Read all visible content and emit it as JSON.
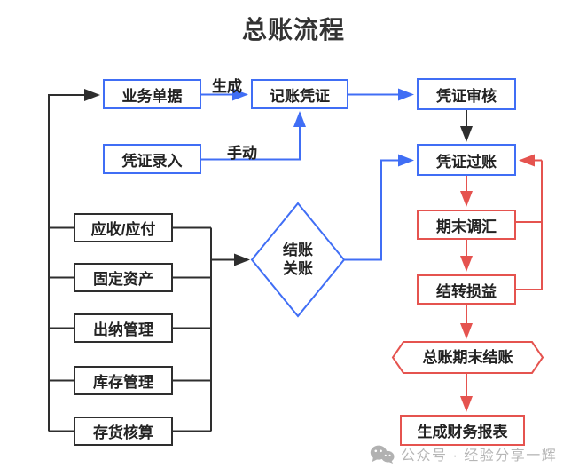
{
  "title": "总账流程",
  "nodes": {
    "biz_doc": "业务单据",
    "journal_voucher": "记账凭证",
    "voucher_audit": "凭证审核",
    "voucher_entry": "凭证录入",
    "voucher_post": "凭证过账",
    "period_adjust": "期末调汇",
    "pl_transfer": "结转损益",
    "period_close": "总账期末结账",
    "report": "生成财务报表",
    "receivable_payable": "应收/应付",
    "fixed_assets": "固定资产",
    "cashier_mgmt": "出纳管理",
    "inventory_mgmt": "库存管理",
    "inventory_acct": "存货核算",
    "closing_line1": "结账",
    "closing_line2": "关账"
  },
  "edge_labels": {
    "generate": "生成",
    "manual": "手动"
  },
  "watermark": {
    "icon": "wechat-icon",
    "text": "公众号 · 经验分享一辉"
  },
  "colors": {
    "process_blue": "#406ef5",
    "period_red": "#e5534f",
    "module_black": "#2e2e2e",
    "title_text": "#333333",
    "watermark_gray": "#b6b6b6"
  }
}
